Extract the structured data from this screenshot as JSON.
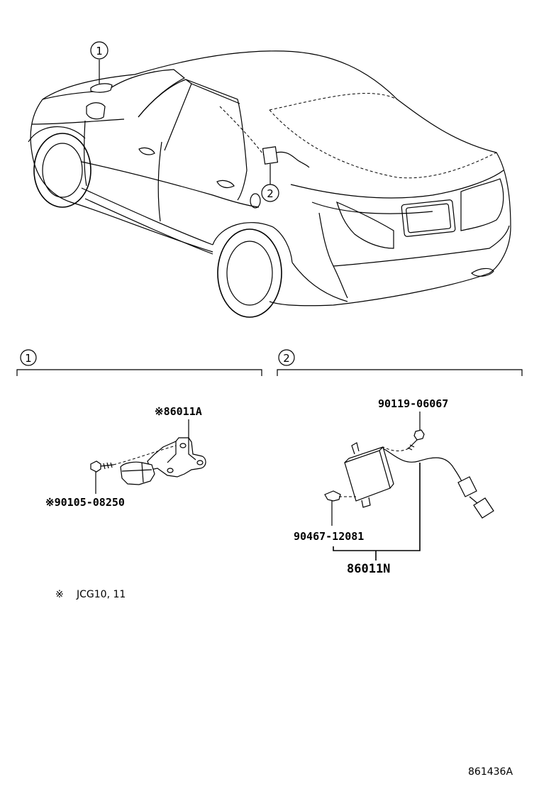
{
  "callouts": {
    "one": "1",
    "two": "2"
  },
  "section1": {
    "bracket_part": "※86011A",
    "bolt_part": "※90105-08250"
  },
  "section2": {
    "screw_part": "90119-06067",
    "clip_part": "90467-12081",
    "assembly_part": "86011N"
  },
  "footnote": {
    "mark": "※",
    "text": "JCG10, 11"
  },
  "figure_id": "861436A"
}
